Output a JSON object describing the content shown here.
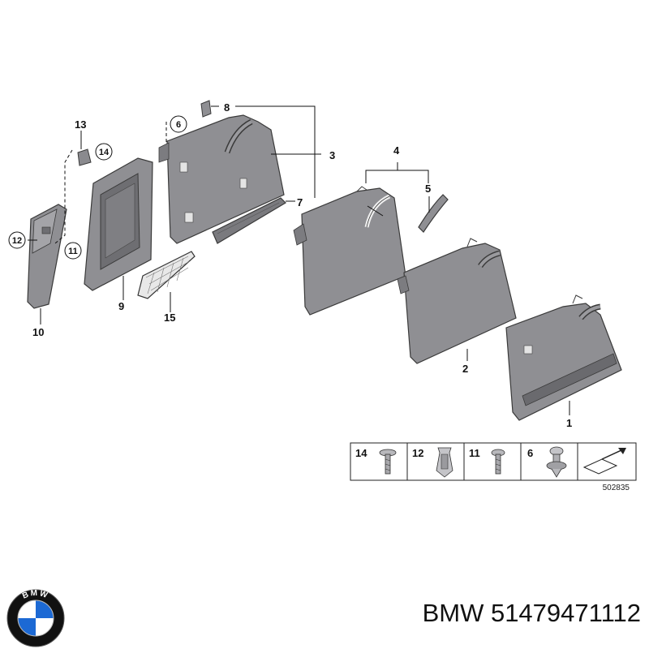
{
  "callouts": {
    "c1": "1",
    "c2": "2",
    "c3": "3",
    "c4": "4",
    "c5": "5",
    "c6": "6",
    "c7": "7",
    "c8": "8",
    "c9": "9",
    "c10": "10",
    "c11": "11",
    "c12": "12",
    "c13": "13",
    "c14": "14",
    "c15": "15"
  },
  "legend": {
    "items": [
      "14",
      "12",
      "11",
      "6"
    ],
    "diagram_number": "502835"
  },
  "caption": {
    "brand": "BMW",
    "part_number": "51479471112"
  },
  "logo": {
    "text": "BMW",
    "colors": {
      "blue": "#1c69d4",
      "black": "#111111",
      "white": "#ffffff"
    }
  },
  "colors": {
    "panel": "#8f8f93",
    "panel_dark": "#6e6e72",
    "outline": "#3a3a3a"
  }
}
